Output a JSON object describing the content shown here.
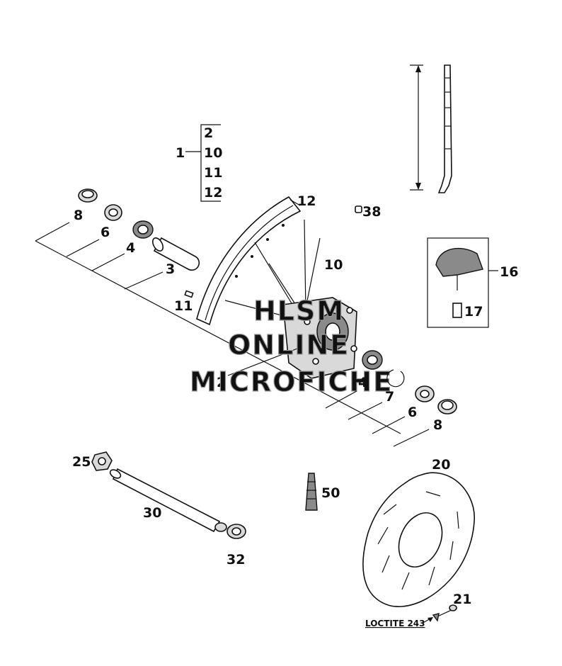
{
  "diagram": {
    "labels": {
      "l1": "1",
      "l2": "2",
      "l10": "10",
      "l11": "11",
      "l12": "12",
      "l8a": "8",
      "l6a": "6",
      "l4a": "4",
      "l3": "3",
      "l12b": "12",
      "l10b": "10",
      "l11b": "11",
      "l38": "38",
      "l16": "16",
      "l17": "17",
      "l2b": "2",
      "l4b": "4",
      "l7": "7",
      "l6b": "6",
      "l8b": "8",
      "l25": "25",
      "l30": "30",
      "l32": "32",
      "l50": "50",
      "l20": "20",
      "l21": "21"
    },
    "loctite": "LOCTITE 243",
    "watermark": [
      "HLSM",
      "ONLINE",
      "MICROFICHE"
    ]
  }
}
